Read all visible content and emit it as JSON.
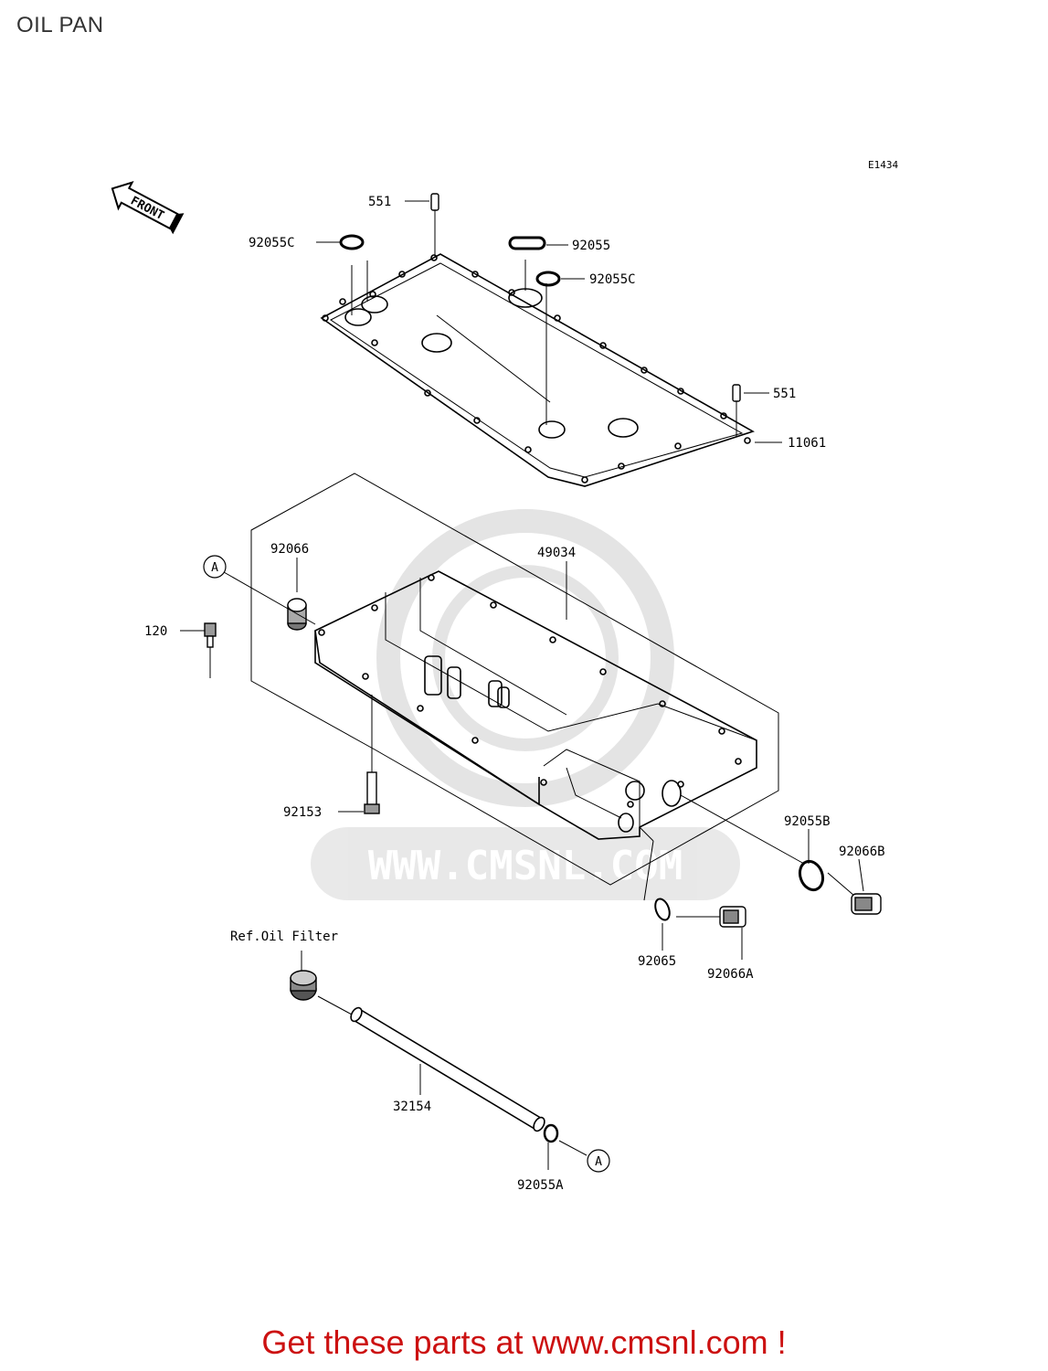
{
  "page": {
    "title": "OIL PAN",
    "footer_link": "Get these parts at www.cmsnl.com !"
  },
  "diagram": {
    "code": "E1434",
    "front_label": "FRONT",
    "watermark_text": "WWW.CMSNL.COM",
    "callouts": [
      {
        "id": "551-top",
        "text": "551"
      },
      {
        "id": "92055c-left",
        "text": "92055C"
      },
      {
        "id": "92055",
        "text": "92055"
      },
      {
        "id": "92055c-right",
        "text": "92055C"
      },
      {
        "id": "551-right",
        "text": "551"
      },
      {
        "id": "11061",
        "text": "11061"
      },
      {
        "id": "92066",
        "text": "92066"
      },
      {
        "id": "49034",
        "text": "49034"
      },
      {
        "id": "a-top",
        "text": "A"
      },
      {
        "id": "120",
        "text": "120"
      },
      {
        "id": "92153",
        "text": "92153"
      },
      {
        "id": "92055b",
        "text": "92055B"
      },
      {
        "id": "92066b",
        "text": "92066B"
      },
      {
        "id": "92065",
        "text": "92065"
      },
      {
        "id": "92066a",
        "text": "92066A"
      },
      {
        "id": "ref-oil-filter",
        "text": "Ref.Oil Filter"
      },
      {
        "id": "32154",
        "text": "32154"
      },
      {
        "id": "92055a",
        "text": "92055A"
      },
      {
        "id": "a-bottom",
        "text": "A"
      }
    ]
  }
}
